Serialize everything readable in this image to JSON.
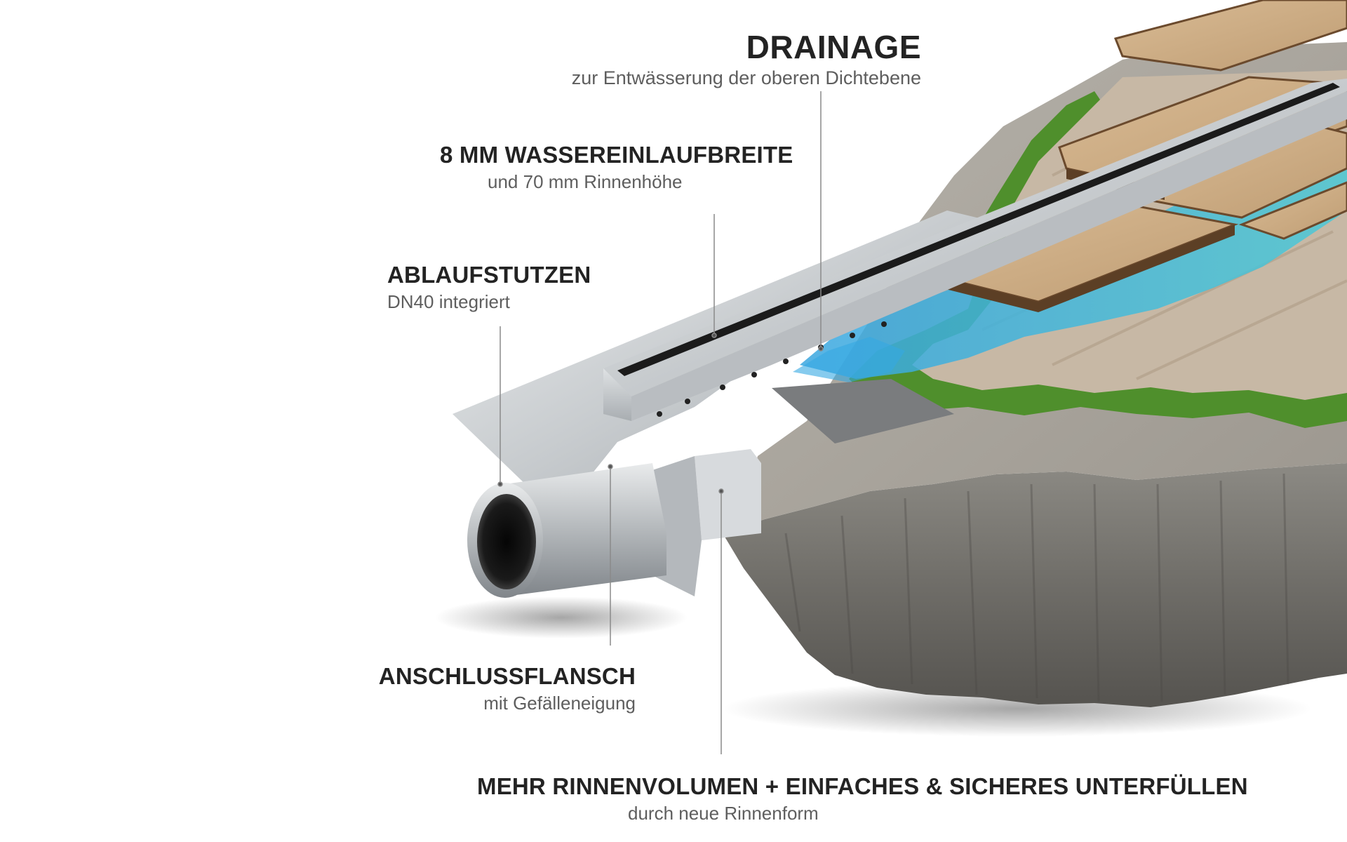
{
  "labels": {
    "drainage": {
      "title": "DRAINAGE",
      "subtitle": "zur Entwässerung der oberen Dichtebene"
    },
    "inlet": {
      "title": "8 MM WASSEREINLAUFBREITE",
      "subtitle": "und 70 mm Rinnenhöhe"
    },
    "outlet": {
      "title": "ABLAUFSTUTZEN",
      "subtitle": "DN40 integriert"
    },
    "flange": {
      "title": "ANSCHLUSSFLANSCH",
      "subtitle": "mit Gefälleneigung"
    },
    "volume": {
      "title": "MEHR RINNENVOLUMEN + EINFACHES & SICHERES UNTERFÜLLEN",
      "subtitle": "durch neue Rinnenform"
    }
  },
  "colors": {
    "text": "#232323",
    "subtext": "#5e5e5e",
    "steel": "#c9cdd0",
    "concrete": "#a9a59c",
    "tile": "#c9a983",
    "water": "#39b8dc",
    "membrane": "#4f8f2c"
  }
}
